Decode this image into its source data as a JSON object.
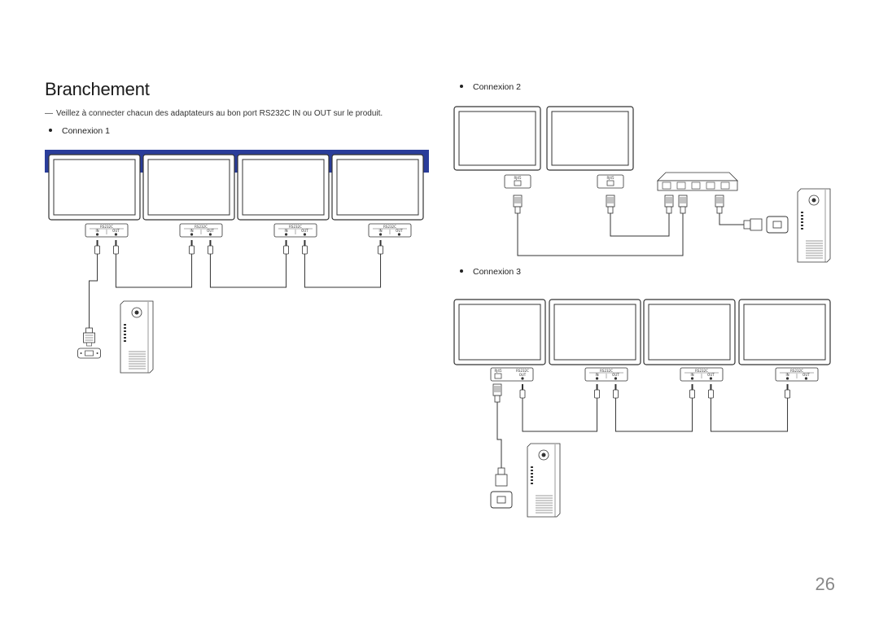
{
  "page": {
    "title": "Branchement",
    "note_marker": "―",
    "note": "Veillez à connecter chacun des adaptateurs au bon port RS232C IN ou OUT sur le produit.",
    "page_number": "26"
  },
  "connections": [
    {
      "label": "Connexion 1"
    },
    {
      "label": "Connexion 2"
    },
    {
      "label": "Connexion 3"
    }
  ],
  "port_labels": {
    "rs232c": "RS232C",
    "in": "IN",
    "out": "OUT",
    "rj45": "RJ45"
  },
  "icons": {
    "monitor": "monitor-icon",
    "pc": "pc-tower-icon",
    "hub": "network-hub-icon",
    "d_sub": "d-sub-connector-icon",
    "stereo_plug": "stereo-plug-icon",
    "rj45_plug": "rj45-plug-icon",
    "lan_port": "lan-port-icon"
  },
  "colors": {
    "accent_bar": "#2a3d9a",
    "line": "#333333"
  }
}
